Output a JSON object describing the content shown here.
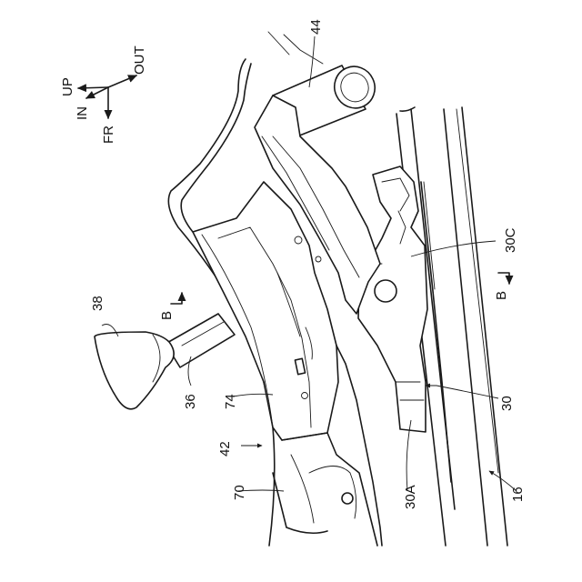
{
  "axes": {
    "up": "UP",
    "out": "OUT",
    "in": "IN",
    "fr": "FR"
  },
  "labels": {
    "l44": "44",
    "l38": "38",
    "l36": "36",
    "l74": "74",
    "l42": "42",
    "l70": "70",
    "l30C": "30C",
    "l30": "30",
    "l30A": "30A",
    "l16": "16"
  },
  "section": {
    "left": "B",
    "right": "B"
  }
}
